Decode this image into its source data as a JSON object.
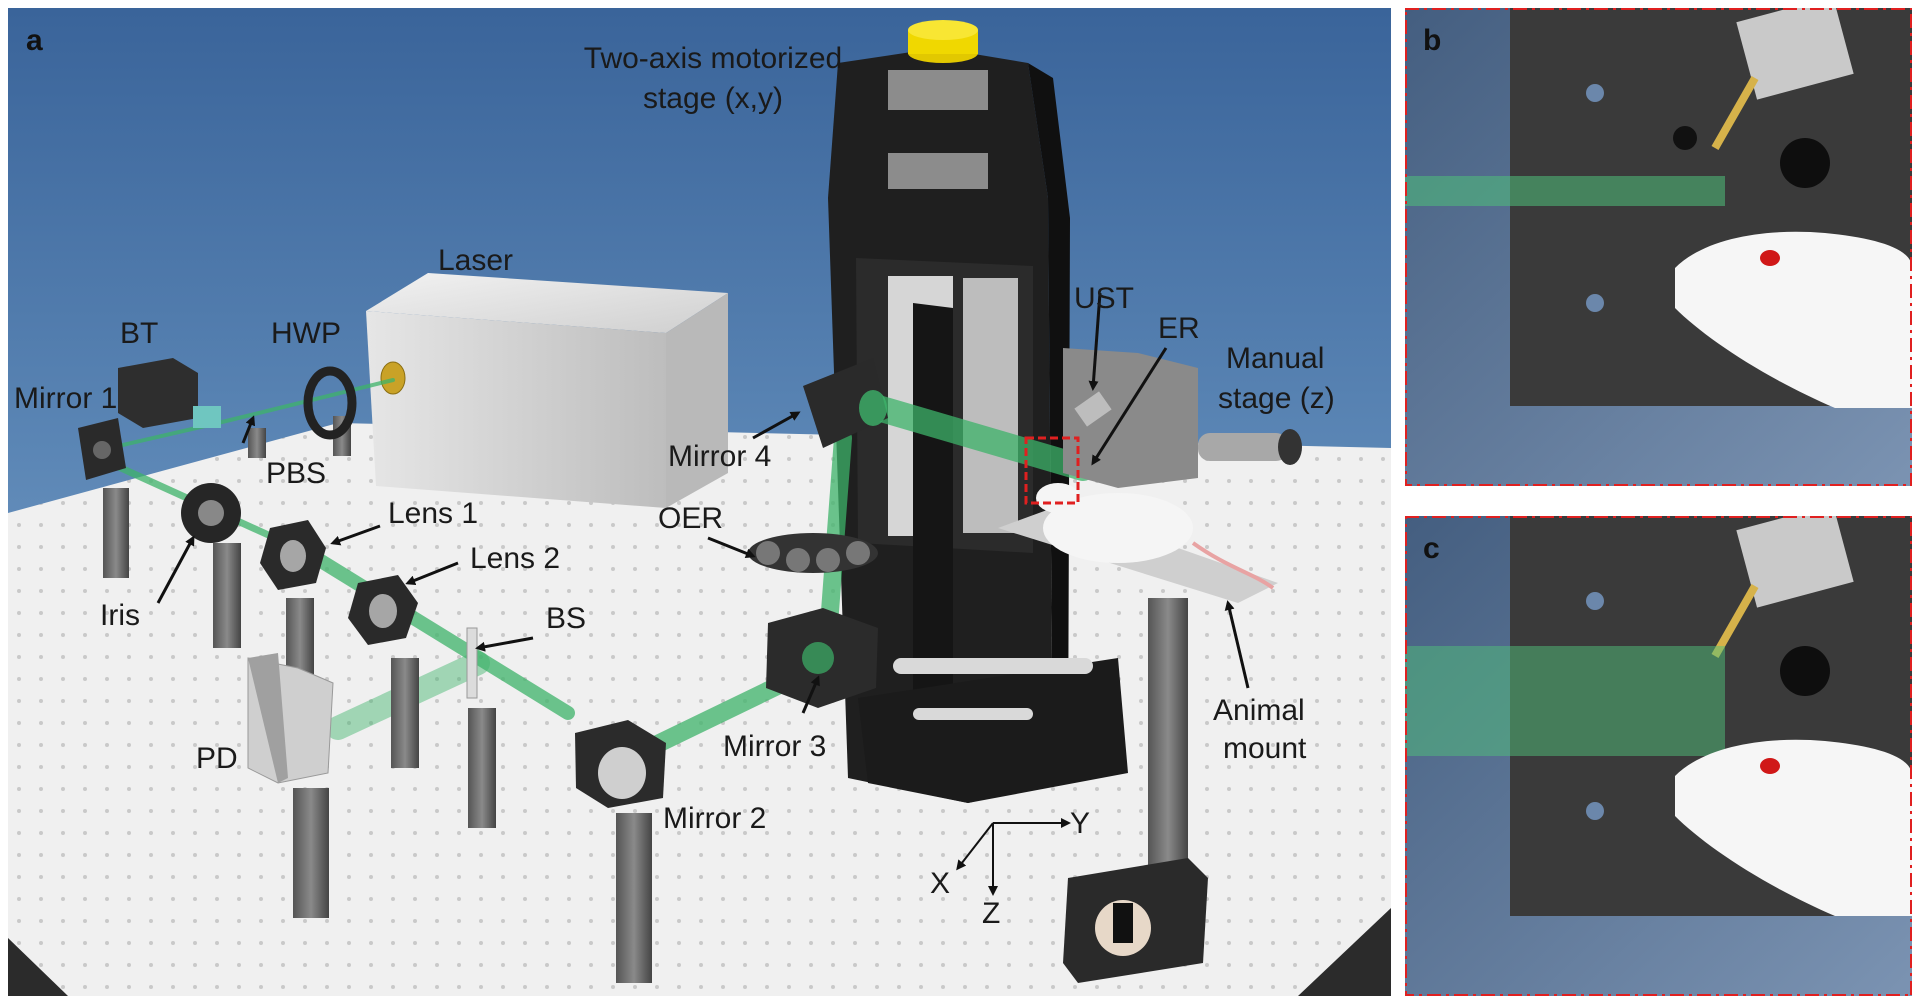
{
  "panels": {
    "a": {
      "letter": "a"
    },
    "b": {
      "letter": "b"
    },
    "c": {
      "letter": "c"
    }
  },
  "labels": {
    "stage_xy_line1": "Two-axis motorized",
    "stage_xy_line2": "stage (x,y)",
    "laser": "Laser",
    "bt": "BT",
    "hwp": "HWP",
    "mirror1": "Mirror 1",
    "pbs": "PBS",
    "lens1": "Lens 1",
    "lens2": "Lens 2",
    "iris": "Iris",
    "bs": "BS",
    "pd": "PD",
    "mirror2": "Mirror 2",
    "mirror3": "Mirror 3",
    "mirror4": "Mirror 4",
    "oer": "OER",
    "ust": "UST",
    "er": "ER",
    "manual_stage_line1": "Manual",
    "manual_stage_line2": "stage (z)",
    "animal_mount_line1": "Animal",
    "animal_mount_line2": "mount"
  },
  "axes": {
    "x": "X",
    "y": "Y",
    "z": "Z"
  },
  "colors": {
    "beam": "#3db36a",
    "highlight_box": "#e02020",
    "laser_body": "#d9d9d9",
    "stage": "#262626",
    "table": "#eeeeee",
    "background_top": "#3d6a9a"
  }
}
